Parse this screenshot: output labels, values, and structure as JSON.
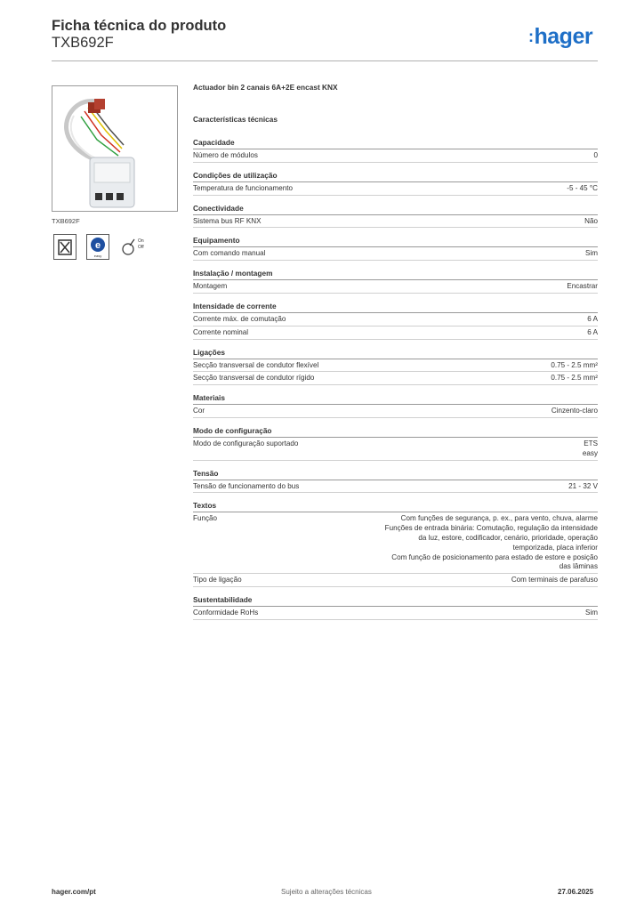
{
  "header": {
    "title": "Ficha técnica do produto",
    "code": "TXB692F",
    "logo": "hager"
  },
  "product": {
    "caption": "TXB692F",
    "description": "Actuador bin 2 canais 6A+2E encast KNX",
    "cert_icons": [
      "screwless-terminal-icon",
      "knx-easy-icon",
      "manual-control-icon"
    ],
    "cert_label_knx": "easy",
    "cert_label_manual": "On",
    "cert_label_manual2": "Off"
  },
  "specs_title": "Características técnicas",
  "groups": [
    {
      "title": "Capacidade",
      "rows": [
        {
          "label": "Número de módulos",
          "value": [
            "0"
          ]
        }
      ]
    },
    {
      "title": "Condições de utilização",
      "rows": [
        {
          "label": "Temperatura de funcionamento",
          "value": [
            "-5 - 45 °C"
          ]
        }
      ]
    },
    {
      "title": "Conectividade",
      "rows": [
        {
          "label": "Sistema bus RF KNX",
          "value": [
            "Não"
          ]
        }
      ]
    },
    {
      "title": "Equipamento",
      "rows": [
        {
          "label": "Com comando manual",
          "value": [
            "Sim"
          ]
        }
      ]
    },
    {
      "title": "Instalação / montagem",
      "rows": [
        {
          "label": "Montagem",
          "value": [
            "Encastrar"
          ]
        }
      ]
    },
    {
      "title": "Intensidade de corrente",
      "rows": [
        {
          "label": "Corrente máx. de comutação",
          "value": [
            "6 A"
          ]
        },
        {
          "label": "Corrente nominal",
          "value": [
            "6 A"
          ]
        }
      ]
    },
    {
      "title": "Ligações",
      "rows": [
        {
          "label": "Secção transversal de condutor flexível",
          "value": [
            "0.75 - 2.5 mm²"
          ]
        },
        {
          "label": "Secção transversal de condutor rígido",
          "value": [
            "0.75 - 2.5 mm²"
          ]
        }
      ]
    },
    {
      "title": "Materiais",
      "rows": [
        {
          "label": "Cor",
          "value": [
            "Cinzento-claro"
          ]
        }
      ]
    },
    {
      "title": "Modo de configuração",
      "rows": [
        {
          "label": "Modo de configuração suportado",
          "value": [
            "ETS",
            "easy"
          ]
        }
      ]
    },
    {
      "title": "Tensão",
      "rows": [
        {
          "label": "Tensão de funcionamento do bus",
          "value": [
            "21 - 32 V"
          ]
        }
      ]
    },
    {
      "title": "Textos",
      "rows": [
        {
          "label": "Função",
          "value": [
            "Com funções de segurança, p. ex., para vento, chuva, alarme",
            "Funções de entrada binária: Comutação, regulação da intensidade",
            "da luz, estore, codificador, cenário, prioridade, operação",
            "temporizada, placa inferior",
            "Com função de posicionamento para estado de estore e posição",
            "das lâminas"
          ]
        },
        {
          "label": "Tipo de ligação",
          "value": [
            "Com terminais de parafuso"
          ]
        }
      ]
    },
    {
      "title": "Sustentabilidade",
      "rows": [
        {
          "label": "Conformidade RoHs",
          "value": [
            "Sim"
          ]
        }
      ]
    }
  ],
  "footer": {
    "website": "hager.com/pt",
    "note": "Sujeito a alterações técnicas",
    "date": "27.06.2025"
  },
  "colors": {
    "brand": "#1e6fc7",
    "rule": "#b0b0b0",
    "text": "#333333"
  }
}
